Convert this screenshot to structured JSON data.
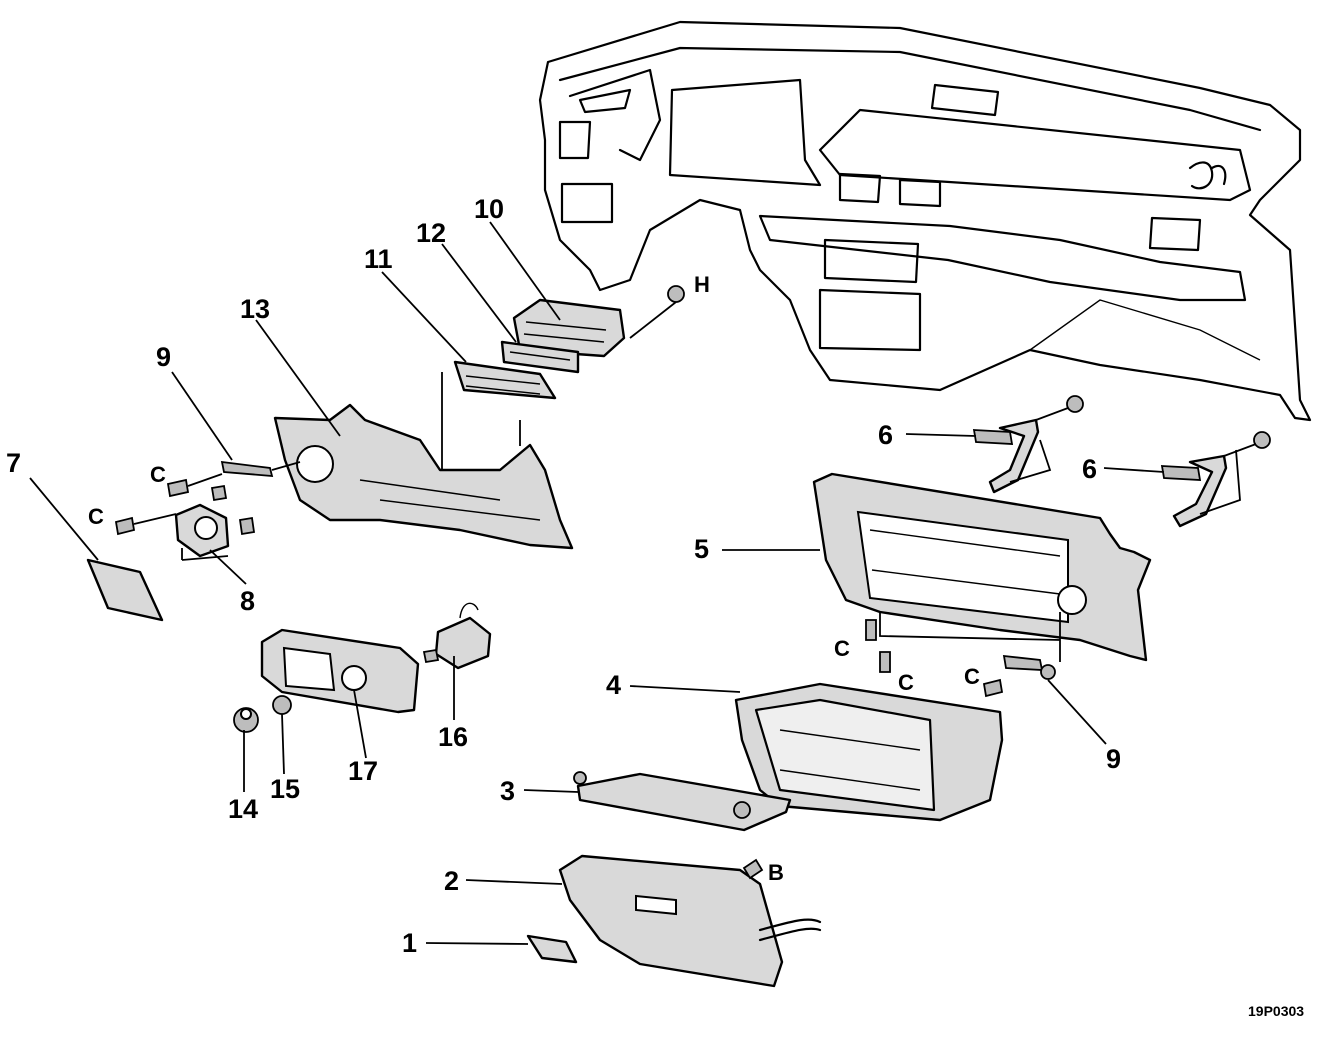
{
  "callouts": [
    {
      "id": "1",
      "text": "1"
    },
    {
      "id": "2",
      "text": "2"
    },
    {
      "id": "3",
      "text": "3"
    },
    {
      "id": "4",
      "text": "4"
    },
    {
      "id": "5",
      "text": "5"
    },
    {
      "id": "6a",
      "text": "6"
    },
    {
      "id": "6b",
      "text": "6"
    },
    {
      "id": "7",
      "text": "7"
    },
    {
      "id": "8",
      "text": "8"
    },
    {
      "id": "9a",
      "text": "9"
    },
    {
      "id": "9b",
      "text": "9"
    },
    {
      "id": "10",
      "text": "10"
    },
    {
      "id": "11",
      "text": "11"
    },
    {
      "id": "12",
      "text": "12"
    },
    {
      "id": "13",
      "text": "13"
    },
    {
      "id": "14",
      "text": "14"
    },
    {
      "id": "15",
      "text": "15"
    },
    {
      "id": "16",
      "text": "16"
    },
    {
      "id": "17",
      "text": "17"
    }
  ],
  "fastener_labels": {
    "c": "C",
    "b": "B",
    "h": "H"
  },
  "drawing_code": "19P0303"
}
